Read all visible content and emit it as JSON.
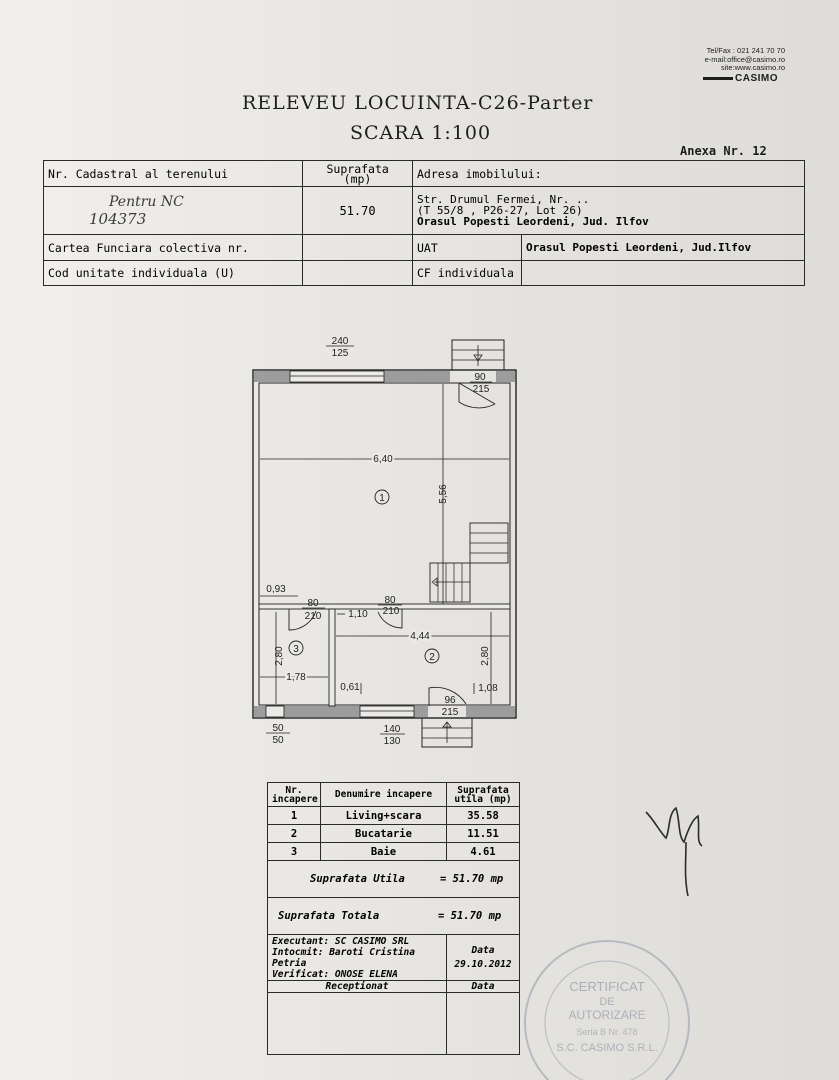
{
  "company": {
    "tel": "Tel/Fax : 021 241 70 70",
    "email": "e-mail:office@casimo.ro",
    "site": "site:www.casimo.ro",
    "logo": "CASIMO"
  },
  "title": {
    "line1": "RELEVEU LOCUINTA-C26-Parter",
    "line2": "SCARA 1:100"
  },
  "annex": "Anexa Nr. 12",
  "header_table": {
    "cadastral_label": "Nr. Cadastral al terenului",
    "cadastral_value_handwritten_1": "Pentru NC",
    "cadastral_value_handwritten_2": "104373",
    "area_label": "Suprafata (mp)",
    "area_value": "51.70",
    "address_label": "Adresa imobilului:",
    "address_line1": "Str. Drumul Fermei, Nr. ..",
    "address_line2": "(T 55/8 , P26-27, Lot 26)",
    "address_line3": "Orasul Popesti Leordeni, Jud. Ilfov",
    "cf_collective_label": "Cartea Funciara colectiva nr.",
    "uat_label": "UAT",
    "uat_value": "Orasul Popesti Leordeni, Jud.Ilfov",
    "unit_code_label": "Cod unitate individuala (U)",
    "cf_individual_label": "CF individuala"
  },
  "plan": {
    "top_window": "240 / 125",
    "top_window_top": "240",
    "top_window_bottom": "125",
    "door_top": "90 / 215",
    "door_top_top": "90",
    "door_top_bottom": "215",
    "width_label": "6,40",
    "height_label": "5,56",
    "room1": "1",
    "room2": "2",
    "room3": "3",
    "dim_093": "0,93",
    "dim_110": "1,10",
    "dim_444": "4,44",
    "dim_280a": "2,80",
    "dim_280b": "2,80",
    "dim_178": "1,78",
    "dim_061": "0,61",
    "dim_108": "1,08",
    "door_left_top": "80",
    "door_left_bottom": "210",
    "door_mid_top": "80",
    "door_mid_bottom": "210",
    "door_bottom_top": "96",
    "door_bottom_bottom": "215",
    "win_left_top": "50",
    "win_left_bottom": "50",
    "win_mid_top": "140",
    "win_mid_bottom": "130"
  },
  "summary": {
    "col_nr": "Nr. incapere",
    "col_name": "Denumire incapere",
    "col_area": "Suprafata utila (mp)",
    "rows": [
      {
        "nr": "1",
        "name": "Living+scara",
        "area": "35.58"
      },
      {
        "nr": "2",
        "name": "Bucatarie",
        "area": "11.51"
      },
      {
        "nr": "3",
        "name": "Baie",
        "area": "4.61"
      }
    ],
    "useful_label": "Suprafata Utila",
    "useful_value": "= 51.70 mp",
    "total_label": "Suprafata Totala",
    "total_value": "= 51.70 mp",
    "executant": "Executant: SC CASIMO SRL",
    "intocmit": "Intocmit: Baroti Cristina Petria",
    "verificat": "Verificat: ONOSE ELENA",
    "date_label": "Data",
    "date_value": "29.10.2012",
    "received_label": "Receptionat",
    "received_date_label": "Data"
  },
  "stamp": {
    "line1": "CERTIFICAT",
    "line2": "DE",
    "line3": "AUTORIZARE",
    "line4": "Seria B Nr. 478",
    "line5": "S.C. CASIMO S.R.L."
  }
}
